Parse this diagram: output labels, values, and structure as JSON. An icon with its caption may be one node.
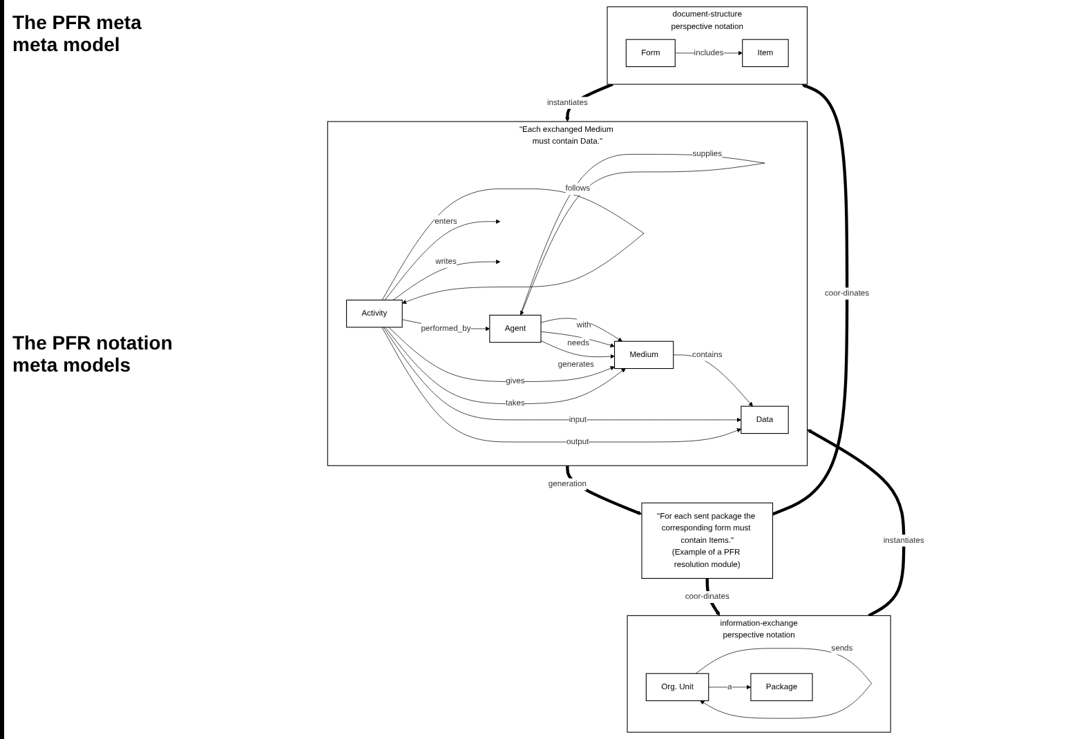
{
  "diagram": {
    "nodes": [
      {
        "text": [
          "\"Each exchanged Medium must contain Data.\""
        ]
      },
      {
        "text": [
          "Agent"
        ],
        "in": 0
      },
      {
        "text": [
          "Medium"
        ],
        "in": 0
      },
      {
        "text": [
          "Activity"
        ],
        "in": 0
      },
      {
        "text": [
          "Data"
        ],
        "in": 0
      },
      {
        "text": [
          "information-exchange",
          "perspective notation"
        ]
      },
      {
        "text": [
          "Org. Unit"
        ],
        "in": 5
      },
      {
        "text": [
          "Package"
        ],
        "in": 5
      },
      {
        "text": [
          "\"For each sent package the corresponding form must contain Items.\"",
          "(Example of a PFR resolution module)"
        ]
      },
      {
        "text": [
          "document-structure",
          "perspective notation"
        ]
      },
      {
        "text": [
          "Form"
        ],
        "in": 9
      },
      {
        "text": [
          "Item"
        ],
        "in": 9
      }
    ],
    "edges": [
      {
        "from": 1,
        "to": 1,
        "arrow": "to",
        "label": "supplies"
      },
      {
        "from": 1,
        "to": 2,
        "arrow": "to",
        "label": "with"
      },
      {
        "from": 1,
        "to": 2,
        "arrow": "to",
        "label": "needs"
      },
      {
        "from": 1,
        "to": 2,
        "arrow": "to",
        "label": "generates"
      },
      {
        "from": 3,
        "to": 1,
        "arrow": "to",
        "label": "performed_by"
      },
      {
        "from": 3,
        "to": 2,
        "arrow": "to",
        "label": "gives"
      },
      {
        "from": 3,
        "to": 2,
        "arrow": "to",
        "label": "takes"
      },
      {
        "from": 3,
        "to": null,
        "arrow": "to",
        "label": "enters"
      },
      {
        "from": 3,
        "to": null,
        "arrow": "to",
        "label": "writes"
      },
      {
        "from": 2,
        "to": 4,
        "arrow": "to",
        "label": "contains"
      },
      {
        "from": 3,
        "to": 3,
        "arrow": "to",
        "label": "follows"
      },
      {
        "from": 3,
        "to": 4,
        "arrow": "to",
        "label": "input"
      },
      {
        "from": 3,
        "to": 4,
        "arrow": "to",
        "label": "output"
      },
      {
        "from": 5,
        "to": 0,
        "arrow": "to",
        "label": "instantiates",
        "style": "thick"
      },
      {
        "from": 0,
        "to": 8,
        "arrow": "to",
        "label": "generation",
        "style": "thick"
      },
      {
        "from": 9,
        "to": 0,
        "arrow": "to",
        "label": "instantiates",
        "style": "thick"
      },
      {
        "from": 8,
        "to": 5,
        "arrow": "to",
        "label": "coor-dinates",
        "style": "thick"
      },
      {
        "from": 8,
        "to": 9,
        "arrow": "to",
        "label": "coor-dinates",
        "style": "thick"
      },
      {
        "from": 6,
        "to": 6,
        "arrow": "to",
        "label": "sends"
      },
      {
        "from": 6,
        "to": 7,
        "arrow": "to",
        "label": "a"
      },
      {
        "from": 10,
        "to": 11,
        "arrow": "to",
        "label": "includes"
      }
    ],
    "labels": [
      "The PFR meta meta model",
      "The PFR notation meta models"
    ]
  }
}
